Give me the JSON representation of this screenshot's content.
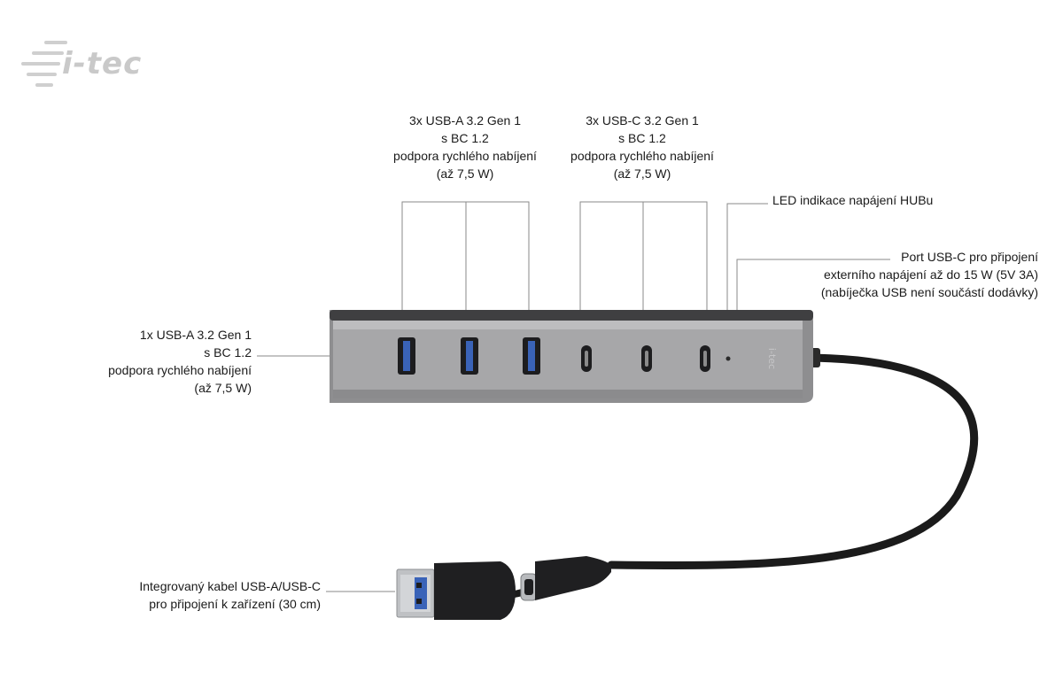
{
  "brand": {
    "logo_text": "i-tec"
  },
  "callouts": {
    "usb_a_top": [
      "3x USB-A 3.2 Gen 1",
      "s BC 1.2",
      "podpora rychlého nabíjení",
      "(až 7,5 W)"
    ],
    "usb_c_top": [
      "3x USB-C 3.2 Gen 1",
      "s BC 1.2",
      "podpora rychlého nabíjení",
      "(až 7,5 W)"
    ],
    "led": [
      "LED indikace napájení HUBu"
    ],
    "power_port": [
      "Port USB-C pro připojení",
      "externího napájení až do 15 W (5V 3A)",
      "(nabíječka USB není součástí dodávky)"
    ],
    "usb_a_side": [
      "1x USB-A 3.2 Gen 1",
      "s BC 1.2",
      "podpora rychlého nabíjení",
      "(až 7,5 W)"
    ],
    "cable": [
      "Integrovaný kabel USB-A/USB-C",
      "pro připojení k zařízení (30 cm)"
    ]
  },
  "device": {
    "body_color": "#9a9a9c",
    "edge_color": "#5c5c5e",
    "usb_a_accent": "#3a63b8",
    "cable_color": "#1b1b1b",
    "embossed_text": "i-tec"
  }
}
